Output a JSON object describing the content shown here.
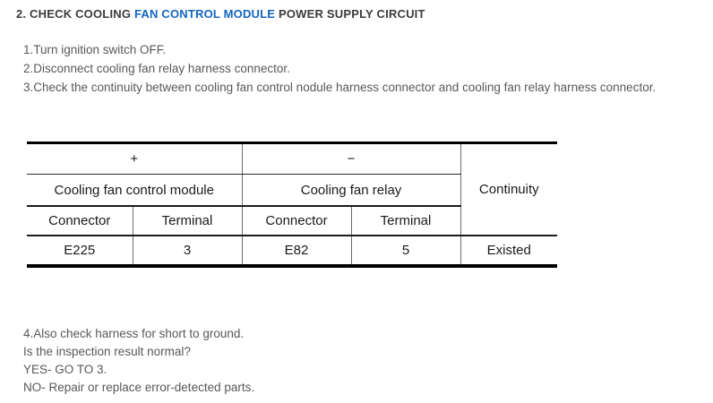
{
  "title": {
    "prefix": "2. CHECK COOLING ",
    "link": "FAN CONTROL MODULE",
    "suffix": " POWER SUPPLY CIRCUIT"
  },
  "steps": [
    "1.Turn ignition switch OFF.",
    "2.Disconnect cooling fan relay harness connector.",
    "3.Check the continuity between cooling fan control nodule harness connector and cooling fan relay harness connector."
  ],
  "table": {
    "plus": "+",
    "minus": "−",
    "continuity": "Continuity",
    "groups": [
      "Cooling fan control module",
      "Cooling fan relay"
    ],
    "sub_headers": [
      "Connector",
      "Terminal",
      "Connector",
      "Terminal"
    ],
    "values": [
      "E225",
      "3",
      "E82",
      "5",
      "Existed"
    ]
  },
  "footer": {
    "lines": [
      "4.Also check harness for short to ground.",
      "Is the inspection result normal?",
      "YES- GO TO 3.",
      "NO- Repair or replace error-detected parts."
    ]
  },
  "colors": {
    "link_blue": "#1565C0",
    "text_gray": "#57585a",
    "heading_gray": "#3b3b3b"
  }
}
